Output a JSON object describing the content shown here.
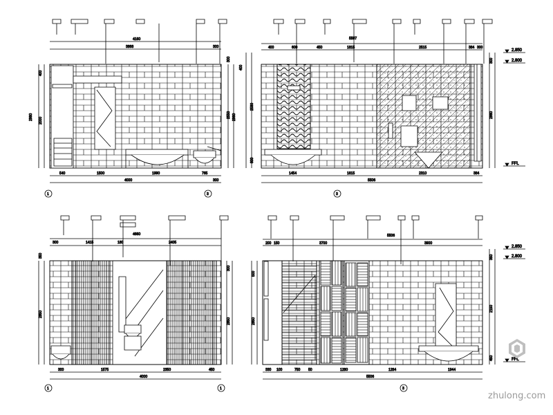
{
  "elevations": [
    {
      "top_dims": [
        "4160",
        "3868",
        "300"
      ],
      "bottom_dims": [
        "540",
        "1500",
        "1990",
        "765",
        "300"
      ],
      "bottom_total": "4000",
      "left_dims": [
        "400",
        "2000",
        "2860"
      ],
      "right_dims": [
        "2860",
        "2550",
        "300"
      ],
      "axes": [
        "1",
        "3"
      ]
    },
    {
      "top_dims": [
        "5507",
        "400",
        "600",
        "450",
        "1815",
        "2515",
        "384",
        "300"
      ],
      "bottom_dims": [
        "1454",
        "1615",
        "2310",
        "384"
      ],
      "bottom_total": "5506",
      "left_dims": [
        "400",
        "2580",
        "800"
      ],
      "right_dims": [
        "2860",
        "300"
      ],
      "axes": [
        "3"
      ],
      "levels": [
        "2.850",
        "2.800",
        "FFL"
      ]
    },
    {
      "top_dims": [
        "300",
        "1415",
        "180",
        "2405",
        "4660"
      ],
      "bottom_dims": [
        "300",
        "1575",
        "2350",
        "450"
      ],
      "bottom_total": "4000",
      "left_dims": [
        "350",
        "2850"
      ],
      "right_dims": [
        "300",
        "2850"
      ],
      "axes": [
        "1",
        "1"
      ]
    },
    {
      "top_dims": [
        "5506",
        "3700",
        "3900",
        "200",
        "150"
      ],
      "bottom_dims": [
        "330",
        "100",
        "750",
        "50",
        "1280",
        "1284",
        "1944"
      ],
      "bottom_total": "5506",
      "left_dims": [
        "500",
        "2850"
      ],
      "right_dims": [
        "350",
        "2150",
        "450"
      ],
      "axes": [
        "3"
      ],
      "levels": [
        "2.850",
        "2.800",
        "FFL"
      ]
    }
  ],
  "watermark": "zhulong.com",
  "colors": {
    "line": "#000000",
    "watermark": "#9a9a9a",
    "logo": "#bfbfbf"
  }
}
